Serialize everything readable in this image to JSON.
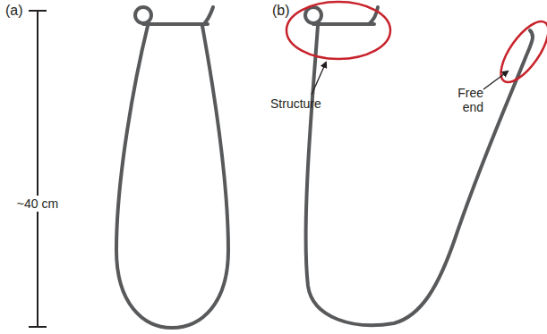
{
  "diagram": {
    "labels": [
      "(a)",
      "~40 cm",
      "(b)",
      "Structure",
      "Free end"
    ]
  }
}
